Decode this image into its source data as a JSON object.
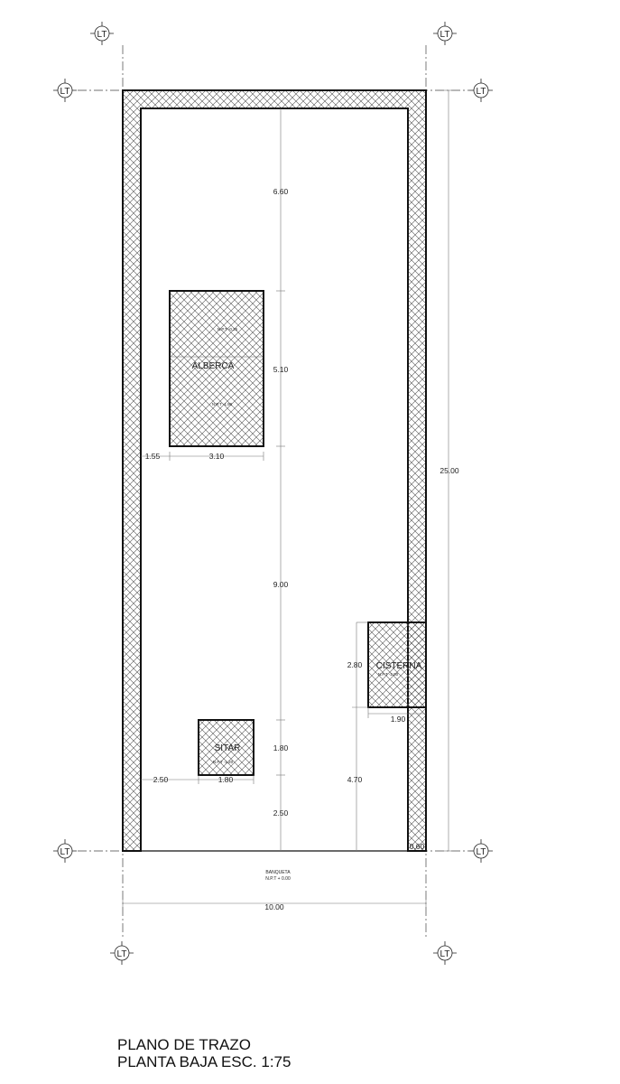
{
  "marker_label": "LT",
  "rooms": {
    "alberca": {
      "label": "ALBERCA",
      "level_top": "N.P.T -0.25",
      "level_bottom": "N.P.T -1.90"
    },
    "cisterna": {
      "label": "CISTERNA",
      "level": "N.P.T -2.00"
    },
    "sitar": {
      "label": "SITAR",
      "level": "N.P.T -1.20"
    }
  },
  "dimensions": {
    "d_6_60": "6.60",
    "d_5_10": "5.10",
    "d_9_00": "9.00",
    "d_1_80v": "1.80",
    "d_2_50v": "2.50",
    "d_1_55": "1.55",
    "d_3_10": "3.10",
    "d_2_80": "2.80",
    "d_1_90": "1.90",
    "d_4_70": "4.70",
    "d_2_50h": "2.50",
    "d_1_80h": "1.80",
    "d_0_60": "0.60",
    "d_25_00": "25.00",
    "d_10_00": "10.00"
  },
  "sidewalk": {
    "label": "BANQUETA",
    "level": "N.P.T + 0.00"
  },
  "title": {
    "line1": "PLANO DE TRAZO",
    "line2": "PLANTA BAJA ESC. 1:75"
  }
}
